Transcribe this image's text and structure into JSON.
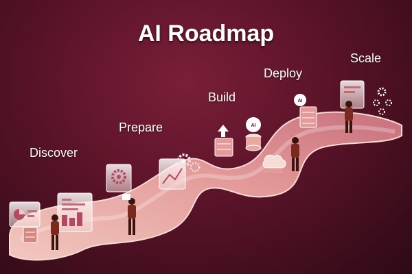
{
  "title": "AI Roadmap",
  "stages": [
    {
      "label": "Discover"
    },
    {
      "label": "Prepare"
    },
    {
      "label": "Build"
    },
    {
      "label": "Deploy"
    },
    {
      "label": "Scale"
    }
  ],
  "badges": {
    "ai": "AI"
  },
  "colors": {
    "background": "#5a1328",
    "road": "#e8a9a3",
    "road_edge": "#f6dcd5",
    "person_top": "#7a2a1c",
    "person_pants": "#3b1410"
  }
}
